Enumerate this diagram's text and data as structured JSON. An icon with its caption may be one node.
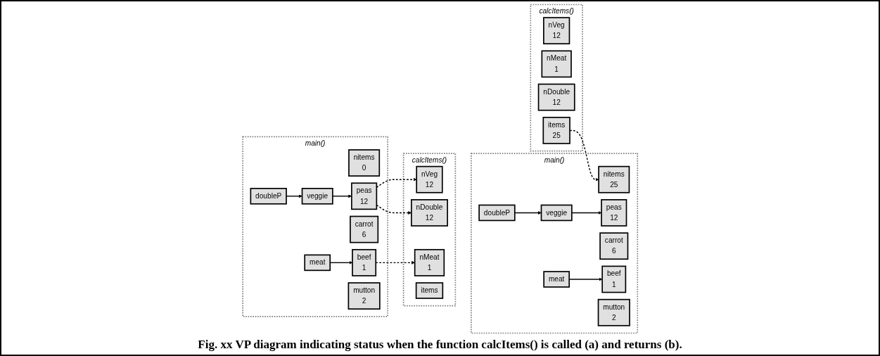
{
  "diagram": {
    "caption": "Fig. xx VP diagram indicating status when the function calcItems() is called (a) and returns (b).",
    "nodes": [
      {
        "text": [
          "main()"
        ]
      },
      {
        "text": [
          "nitems",
          "0"
        ],
        "in": 0
      },
      {
        "text": [
          "veggie"
        ],
        "in": 0
      },
      {
        "text": [
          "doubleP"
        ],
        "in": 0
      },
      {
        "text": [
          "meat"
        ],
        "in": 0
      },
      {
        "text": [
          "peas",
          "12"
        ],
        "in": 0
      },
      {
        "text": [
          "carrot",
          "6"
        ],
        "in": 0
      },
      {
        "text": [
          "beef",
          "1"
        ],
        "in": 0
      },
      {
        "text": [
          "mutton",
          "2"
        ],
        "in": 0
      },
      {
        "text": [
          "calcItems()"
        ]
      },
      {
        "text": [
          "nVeg",
          "12"
        ],
        "in": 9
      },
      {
        "text": [
          "nMeat",
          "1"
        ],
        "in": 9
      },
      {
        "text": [
          "nDouble",
          "12"
        ],
        "in": 9
      },
      {
        "text": [
          "items"
        ],
        "in": 9
      },
      {
        "text": [
          "main()"
        ]
      },
      {
        "text": [
          "nitems",
          "25"
        ],
        "in": 14
      },
      {
        "text": [
          "veggie"
        ],
        "in": 14
      },
      {
        "text": [
          "doubleP"
        ],
        "in": 14
      },
      {
        "text": [
          "meat"
        ],
        "in": 14
      },
      {
        "text": [
          "peas",
          "12"
        ],
        "in": 14
      },
      {
        "text": [
          "carrot",
          "6"
        ],
        "in": 14
      },
      {
        "text": [
          "beef",
          "1"
        ],
        "in": 14
      },
      {
        "text": [
          "mutton",
          "2"
        ],
        "in": 14
      },
      {
        "text": [
          "calcItems()"
        ]
      },
      {
        "text": [
          "nVeg",
          "12"
        ],
        "in": 23
      },
      {
        "text": [
          "nMeat",
          "1"
        ],
        "in": 23
      },
      {
        "text": [
          "nDouble",
          "12"
        ],
        "in": 23
      },
      {
        "text": [
          "items",
          "25"
        ],
        "in": 23
      }
    ],
    "edges": [
      {
        "from": 3,
        "to": 2,
        "arrow": "to"
      },
      {
        "from": 2,
        "to": 5,
        "arrow": "to"
      },
      {
        "from": 4,
        "to": 7,
        "arrow": "to"
      },
      {
        "from": 5,
        "to": 10,
        "arrow": "to",
        "style": "dashed"
      },
      {
        "from": 7,
        "to": 11,
        "arrow": "to",
        "style": "dashed"
      },
      {
        "from": 5,
        "to": 12,
        "arrow": "to",
        "style": "dashed"
      },
      {
        "from": 17,
        "to": 16,
        "arrow": "to"
      },
      {
        "from": 16,
        "to": 19,
        "arrow": "to"
      },
      {
        "from": 18,
        "to": 21,
        "arrow": "to"
      },
      {
        "from": 27,
        "to": 15,
        "arrow": "to",
        "style": "dashed"
      }
    ]
  }
}
